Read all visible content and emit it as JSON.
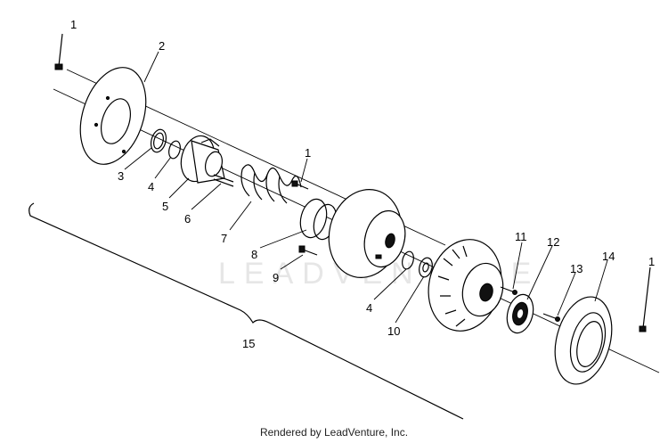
{
  "callouts": {
    "c1a": "1",
    "c2": "2",
    "c3": "3",
    "c4a": "4",
    "c5": "5",
    "c6": "6",
    "c1b": "1",
    "c7": "7",
    "c8": "8",
    "c9": "9",
    "c4b": "4",
    "c10": "10",
    "c11": "11",
    "c12": "12",
    "c13": "13",
    "c14": "14",
    "c1c": "1",
    "c15": "15"
  },
  "watermark": "LEADVENTURE",
  "footer": "Rendered by LeadVenture, Inc."
}
